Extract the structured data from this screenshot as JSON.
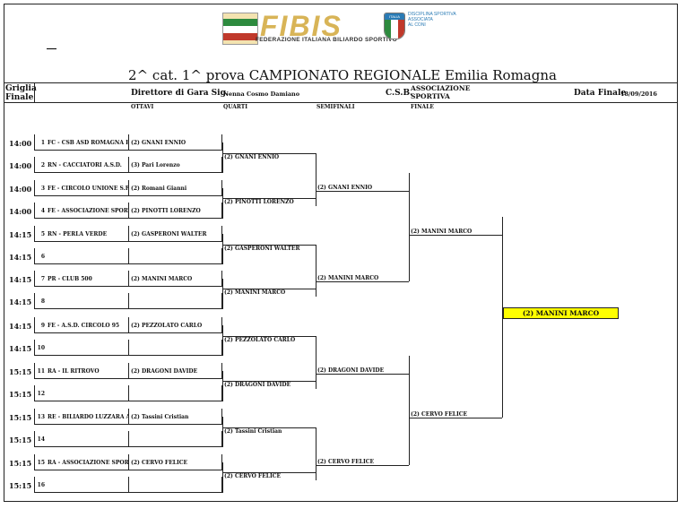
{
  "header": {
    "brand": "FIBIS",
    "brand_sub": "FEDERAZIONE ITALIANA BILIARDO SPORTIVO",
    "coni_text": [
      "DISCIPLINA SPORTIVA",
      "ASSOCIATA",
      "AL CONI"
    ],
    "coni_badge": "ITALIA",
    "title": "2^ cat. 1^ prova CAMPIONATO REGIONALE  Emilia Romagna",
    "griglia": "Griglia",
    "finale": "Finale",
    "direttore_label": "Direttore di Gara Sig.",
    "direttore_name": "Nenna Cosmo Damiano",
    "csb": "C.S.B.",
    "associazione": "ASSOCIAZIONE",
    "sportiva": "SPORTIVA",
    "data_finale_label": "Data Finale",
    "data_finale_value": "18/09/2016"
  },
  "columns": {
    "ottavi": "OTTAVI",
    "quarti": "QUARTI",
    "semifinali": "SEMIFINALI",
    "finale": "FINALE"
  },
  "entries": [
    {
      "time": "14:00",
      "num": "1",
      "club": "FC - CSB ASD ROMAGNA BILIARDI",
      "player": "(2) GNANI ENNIO"
    },
    {
      "time": "14:00",
      "num": "2",
      "club": "RN - CACCIATORI A.S.D.",
      "player": "(3) Pari Lorenzo"
    },
    {
      "time": "14:00",
      "num": "3",
      "club": "FE - CIRCOLO UNIONE S.P.I.M. A.S.D.",
      "player": "(2) Romani Gianni"
    },
    {
      "time": "14:00",
      "num": "4",
      "club": "FE - ASSOCIAZIONE SPORTIVA",
      "player": "(2) PINOTTI LORENZO"
    },
    {
      "time": "14:15",
      "num": "5",
      "club": "RN - PERLA VERDE",
      "player": "(2) GASPERONI WALTER"
    },
    {
      "time": "14:15",
      "num": "6",
      "club": "",
      "player": ""
    },
    {
      "time": "14:15",
      "num": "7",
      "club": "PR - CLUB 500",
      "player": "(2) MANINI MARCO"
    },
    {
      "time": "14:15",
      "num": "8",
      "club": "",
      "player": ""
    },
    {
      "time": "14:15",
      "num": "9",
      "club": "FE - A.S.D. CIRCOLO 95",
      "player": "(2) PEZZOLATO CARLO"
    },
    {
      "time": "14:15",
      "num": "10",
      "club": "",
      "player": ""
    },
    {
      "time": "15:15",
      "num": "11",
      "club": "RA - IL RITROVO",
      "player": "(2) DRAGONI DAVIDE"
    },
    {
      "time": "15:15",
      "num": "12",
      "club": "",
      "player": ""
    },
    {
      "time": "15:15",
      "num": "13",
      "club": "RE - BILIARDO LUZZARA ASSOCIAZIONE",
      "player": "(2) Tassini Cristian"
    },
    {
      "time": "15:15",
      "num": "14",
      "club": "",
      "player": ""
    },
    {
      "time": "15:15",
      "num": "15",
      "club": "RA - ASSOCIAZIONE SPORTIVA",
      "player": "(2) CERVO FELICE"
    },
    {
      "time": "15:15",
      "num": "16",
      "club": "",
      "player": ""
    }
  ],
  "quarti": [
    "(2) GNANI ENNIO",
    "(2) PINOTTI LORENZO",
    "(2) GASPERONI WALTER",
    "(2) MANINI MARCO",
    "(2) PEZZOLATO CARLO",
    "(2) DRAGONI DAVIDE",
    "(2) Tassini Cristian",
    "(2) CERVO FELICE"
  ],
  "semifinali": [
    "(2) GNANI ENNIO",
    "(2) MANINI MARCO",
    "(2) DRAGONI DAVIDE",
    "(2) CERVO FELICE"
  ],
  "finale": [
    "(2) MANINI MARCO",
    "(2) CERVO FELICE"
  ],
  "winner": "(2) MANINI MARCO",
  "colors": {
    "winner_highlight": "#ffff00",
    "brand_gold": "#d8b457",
    "coni_blue": "#2a7bb5"
  }
}
